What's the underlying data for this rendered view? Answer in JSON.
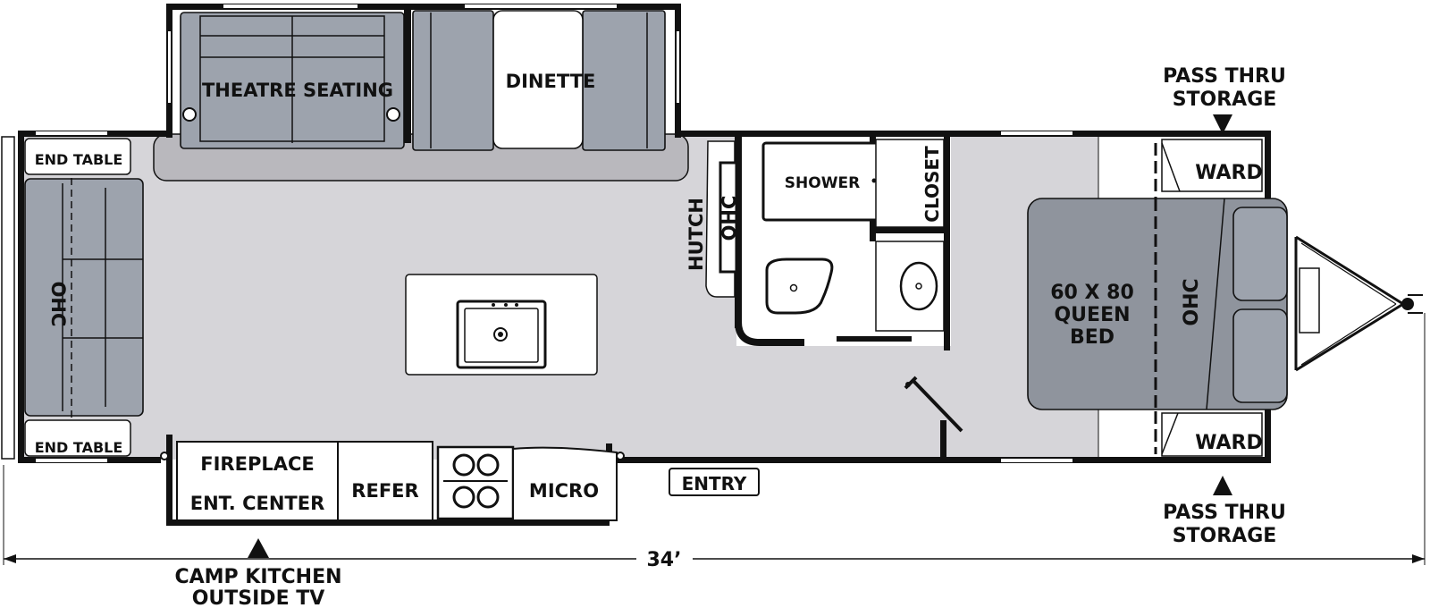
{
  "labels": {
    "theatre_seating": "THEATRE SEATING",
    "dinette": "DINETTE",
    "end_table_top": "END TABLE",
    "end_table_bottom": "END TABLE",
    "ohc_left": "OHC",
    "hutch": "HUTCH",
    "ohc_hutch": "OHC",
    "shower": "SHOWER",
    "closet": "CLOSET",
    "bed_line1": "60 X 80",
    "bed_line2": "QUEEN",
    "bed_line3": "BED",
    "ohc_bed": "OHC",
    "ward_top": "WARD",
    "ward_bottom": "WARD",
    "pass_top_line1": "PASS THRU",
    "pass_top_line2": "STORAGE",
    "pass_bottom_line1": "PASS THRU",
    "pass_bottom_line2": "STORAGE",
    "fireplace_line1": "FIREPLACE",
    "fireplace_line2": "ENT. CENTER",
    "refer": "REFER",
    "micro": "MICRO",
    "entry": "ENTRY",
    "camp_line1": "CAMP KITCHEN",
    "camp_line2": "OUTSIDE TV",
    "length": "34’"
  },
  "colors": {
    "wall": "#111111",
    "floor": "#d6d5d9",
    "furniture": "#9da3ad",
    "bed": "#8f949d",
    "white": "#ffffff"
  }
}
